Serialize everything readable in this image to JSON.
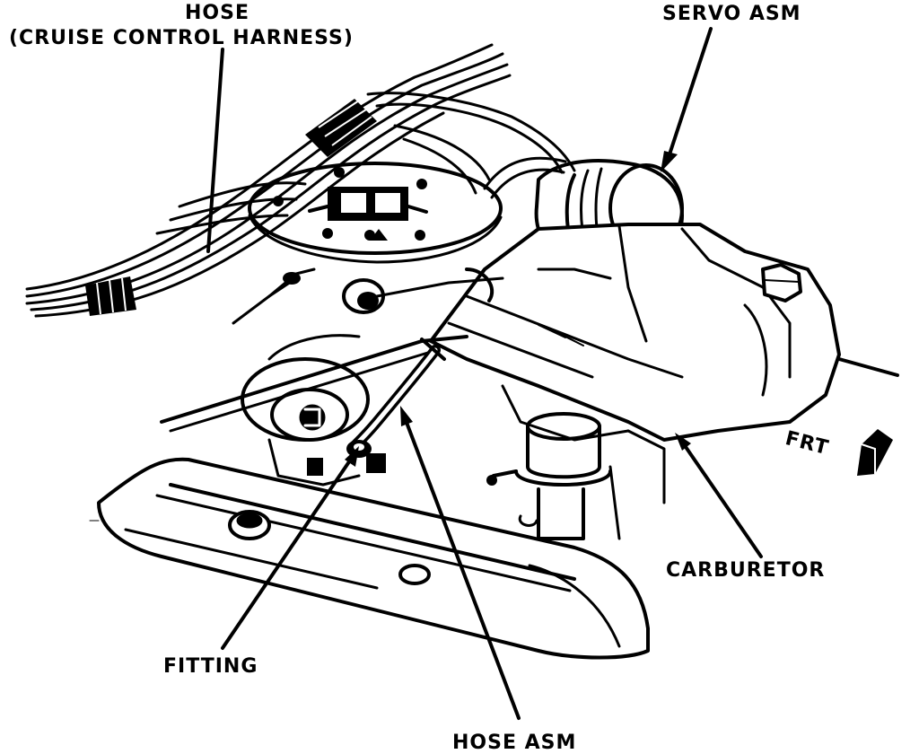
{
  "labels": {
    "hose_title": "HOSE",
    "hose_sub": "(CRUISE CONTROL HARNESS)",
    "servo": "SERVO ASM",
    "frt": "FRT",
    "carburetor": "CARBURETOR",
    "fitting": "FITTING",
    "hose_asm": "HOSE ASM"
  },
  "colors": {
    "ink": "#000000",
    "paper": "#ffffff"
  }
}
